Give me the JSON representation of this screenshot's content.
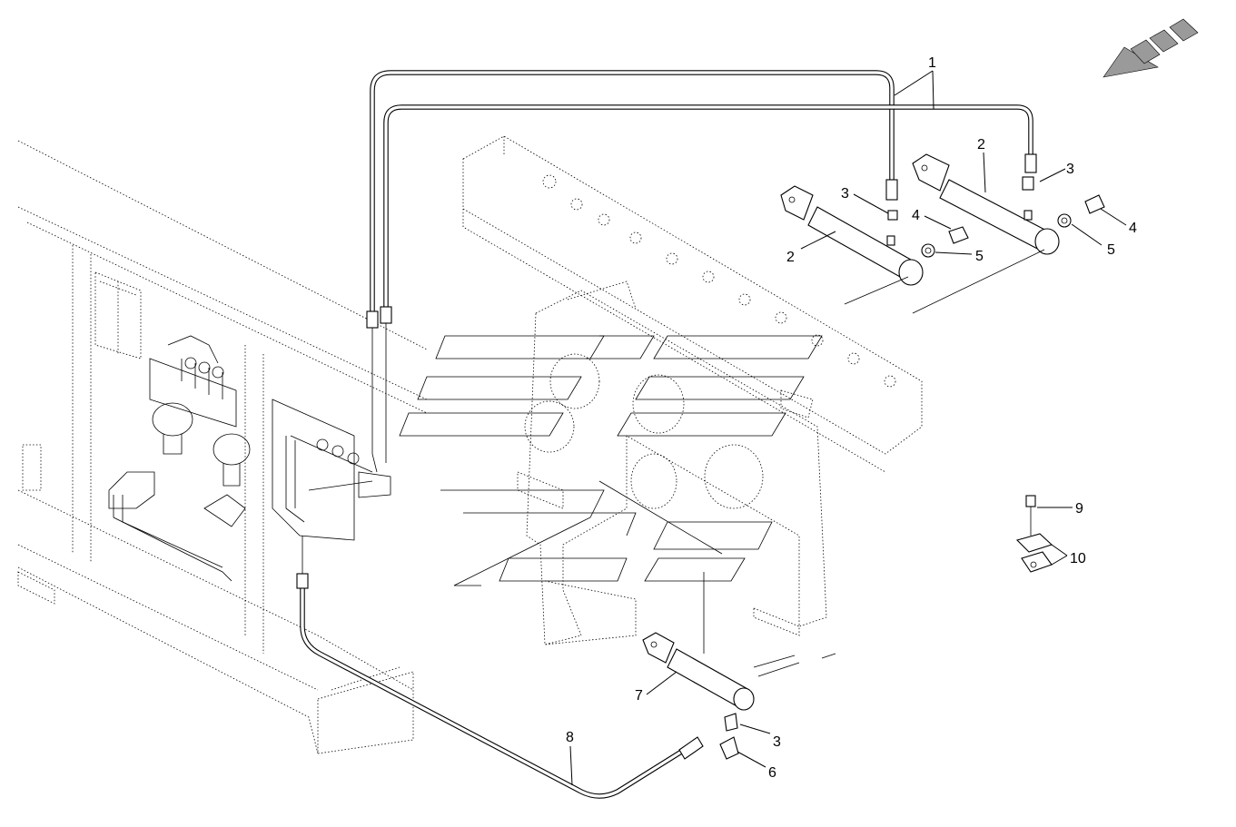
{
  "diagram": {
    "callouts": [
      "1",
      "2",
      "2",
      "3",
      "3",
      "3",
      "4",
      "4",
      "5",
      "5",
      "6",
      "7",
      "8",
      "9",
      "10"
    ]
  },
  "colors": {
    "line": "#000000",
    "background": "#ffffff",
    "arrow_fill": "#9a9a9a"
  },
  "icons": {
    "direction_arrow": "direction-arrow-icon"
  }
}
